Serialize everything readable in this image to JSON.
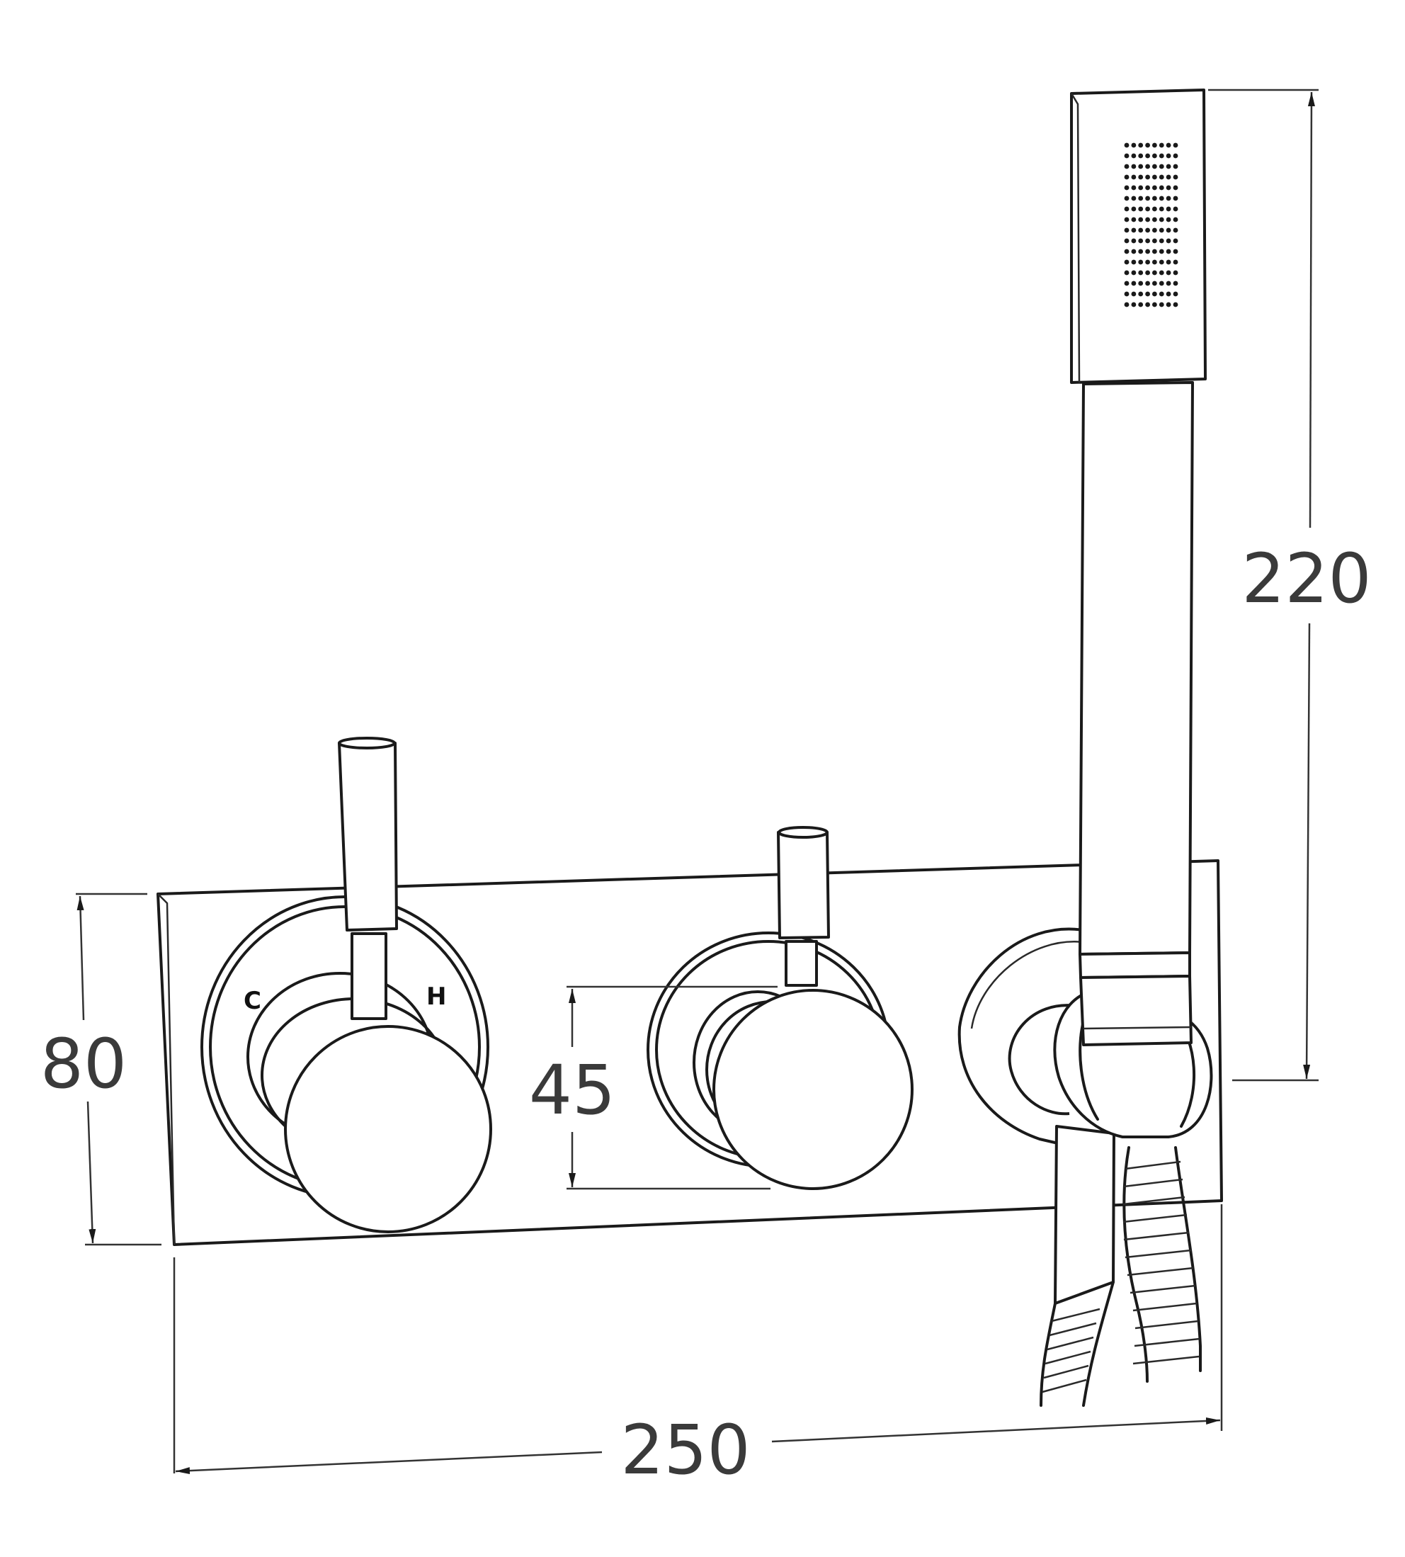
{
  "dimensions": {
    "height_handset": "220",
    "height_plate": "80",
    "handle_diameter": "45",
    "width_total": "250"
  },
  "markings": {
    "cold": "C",
    "hot": "H"
  }
}
